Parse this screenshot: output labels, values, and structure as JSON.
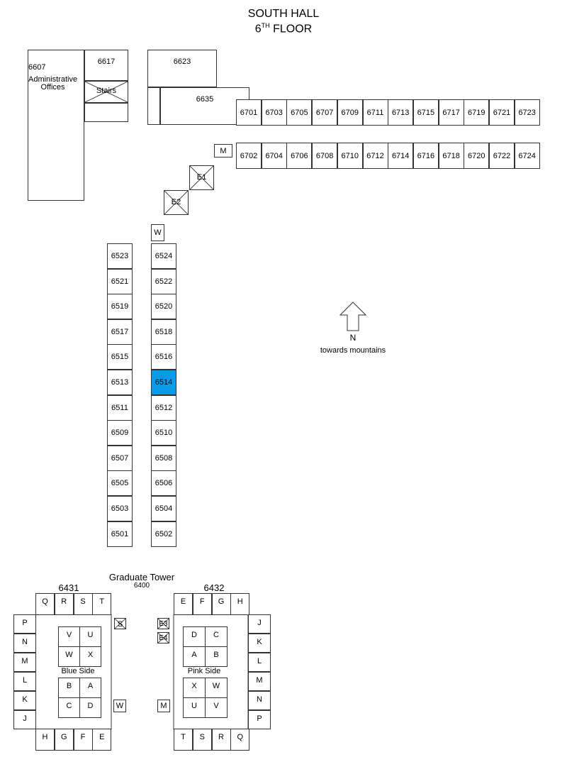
{
  "title": {
    "line1": "SOUTH HALL",
    "floor_number": "6",
    "floor_suffix": "TH",
    "floor_word": "FLOOR"
  },
  "rooms": {
    "r6607": "6607",
    "admin_line1": "Administrative",
    "admin_line2": "Offices",
    "r6617": "6617",
    "stairs": "Stairs",
    "r6623": "6623",
    "r6635": "6635"
  },
  "corridor_6700_north": [
    "6701",
    "6703",
    "6705",
    "6707",
    "6709",
    "6711",
    "6713",
    "6715",
    "6717",
    "6719",
    "6721",
    "6723"
  ],
  "corridor_6700_south": [
    "6702",
    "6704",
    "6706",
    "6708",
    "6710",
    "6712",
    "6714",
    "6716",
    "6718",
    "6720",
    "6722",
    "6724"
  ],
  "elevators": {
    "m": "M",
    "e1": "E1",
    "e2": "E2",
    "w": "W"
  },
  "corridor_6500_left": [
    "6523",
    "6521",
    "6519",
    "6517",
    "6515",
    "6513",
    "6511",
    "6509",
    "6507",
    "6505",
    "6503",
    "6501"
  ],
  "corridor_6500_right": [
    "6524",
    "6522",
    "6520",
    "6518",
    "6516",
    "6514",
    "6512",
    "6510",
    "6508",
    "6506",
    "6504",
    "6502"
  ],
  "highlighted_room": "6514",
  "compass": {
    "letter": "N",
    "caption": "towards mountains"
  },
  "graduate_tower": {
    "title": "Graduate Tower",
    "number": "6400",
    "left_number": "6431",
    "right_number": "6432",
    "left_top": [
      "Q",
      "R",
      "S",
      "T"
    ],
    "left_side": [
      "P",
      "N",
      "M",
      "L",
      "K",
      "J"
    ],
    "left_bottom": [
      "H",
      "G",
      "F",
      "E"
    ],
    "left_inner_top": [
      "V",
      "U",
      "W",
      "X"
    ],
    "left_inner_bottom": [
      "B",
      "A",
      "C",
      "D"
    ],
    "blue_side": "Blue Side",
    "right_top": [
      "E",
      "F",
      "G",
      "H"
    ],
    "right_side": [
      "J",
      "K",
      "L",
      "M",
      "N",
      "P"
    ],
    "right_bottom": [
      "T",
      "S",
      "R",
      "Q"
    ],
    "right_inner_top": [
      "D",
      "C",
      "A",
      "B"
    ],
    "right_inner_bottom": [
      "X",
      "W",
      "U",
      "V"
    ],
    "pink_side": "Pink Side",
    "s": "S",
    "e3": "E3",
    "e4": "E4",
    "w": "W",
    "m": "M"
  },
  "colors": {
    "highlight": "#0a9be8",
    "line": "#333333"
  }
}
